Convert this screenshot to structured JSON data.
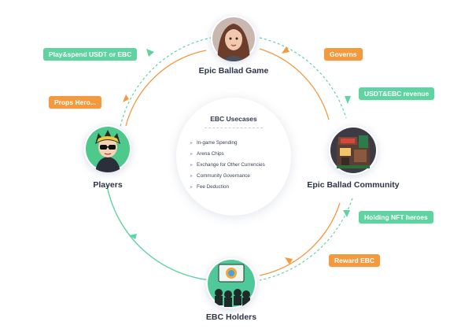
{
  "center": {
    "title": "EBC Usecases",
    "items": [
      "In-game Spending",
      "Arena Chips",
      "Exchange for Other Currencies",
      "Community Governance",
      "Fee Deduction"
    ]
  },
  "nodes": {
    "game": "Epic Ballad Game",
    "players": "Players",
    "community": "Epic Ballad Community",
    "holders": "EBC Holders"
  },
  "tags": {
    "play_spend": "Play&spend USDT or EBC",
    "props_hero": "Props Hero...",
    "governs": "Governs",
    "revenue": "USDT&EBC revenue",
    "holding_nft": "Holding NFT heroes",
    "reward": "Reward EBC"
  },
  "colors": {
    "green": "#5fd3a2",
    "orange": "#f39a3f",
    "text": "#2b3345"
  }
}
